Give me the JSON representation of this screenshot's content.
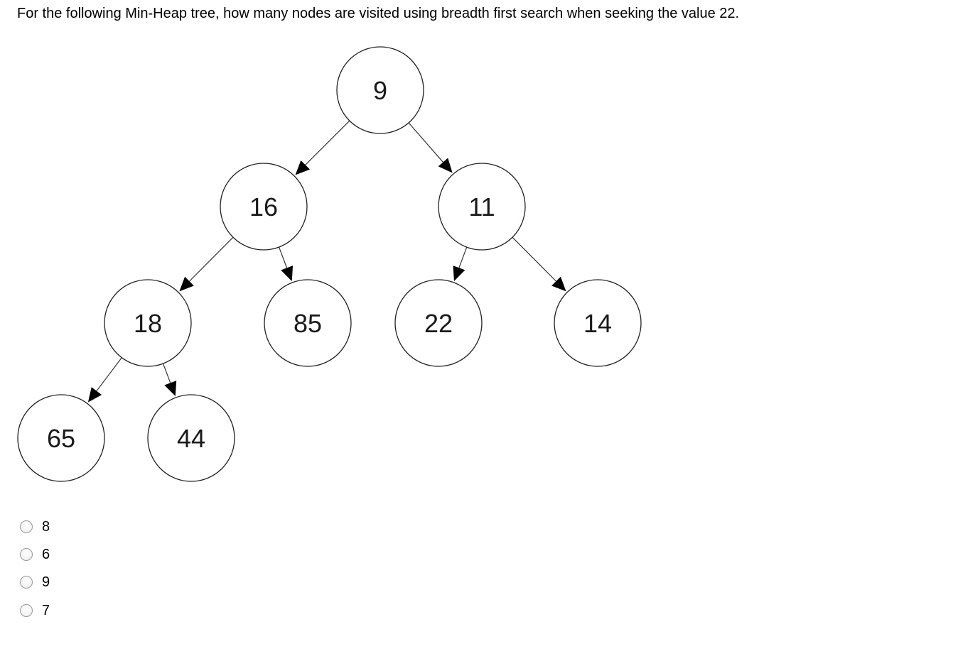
{
  "question": {
    "text": "For the following Min-Heap tree, how many nodes are visited using breadth first search when seeking the value 22."
  },
  "tree": {
    "nodes": [
      {
        "id": "n9",
        "label": "9"
      },
      {
        "id": "n16",
        "label": "16"
      },
      {
        "id": "n11",
        "label": "11"
      },
      {
        "id": "n18",
        "label": "18"
      },
      {
        "id": "n85",
        "label": "85"
      },
      {
        "id": "n22",
        "label": "22"
      },
      {
        "id": "n14",
        "label": "14"
      },
      {
        "id": "n65",
        "label": "65"
      },
      {
        "id": "n44",
        "label": "44"
      }
    ],
    "edges": [
      {
        "from": "n9",
        "to": "n16"
      },
      {
        "from": "n9",
        "to": "n11"
      },
      {
        "from": "n16",
        "to": "n18"
      },
      {
        "from": "n16",
        "to": "n85"
      },
      {
        "from": "n11",
        "to": "n22"
      },
      {
        "from": "n11",
        "to": "n14"
      },
      {
        "from": "n18",
        "to": "n65"
      },
      {
        "from": "n18",
        "to": "n44"
      }
    ]
  },
  "options": [
    {
      "label": "8"
    },
    {
      "label": "6"
    },
    {
      "label": "9"
    },
    {
      "label": "7"
    }
  ]
}
